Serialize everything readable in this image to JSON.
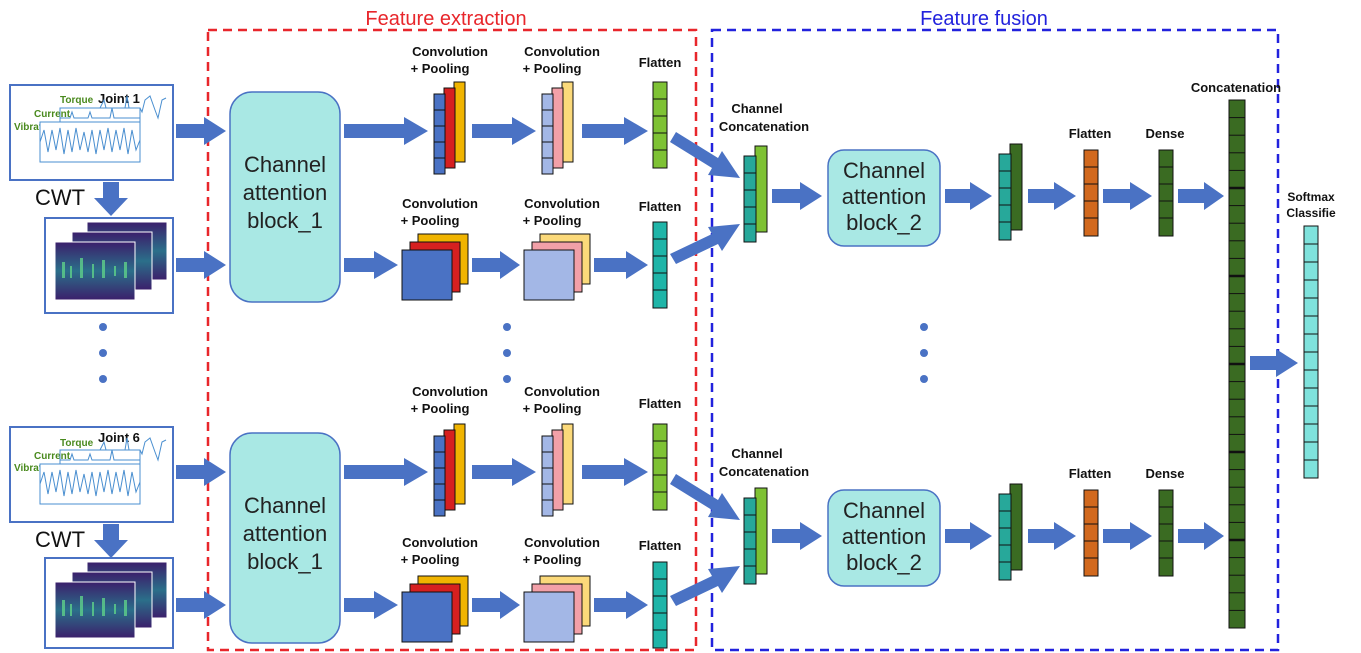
{
  "sections": {
    "extraction": "Feature extraction",
    "fusion": "Feature fusion"
  },
  "inputs": [
    {
      "joint": "Joint 1",
      "torque": "Torque",
      "current": "Current",
      "vibration": "Vibration"
    },
    {
      "joint": "Joint 6",
      "torque": "Torque",
      "current": "Current",
      "vibration": "Vibration"
    }
  ],
  "cwt_label": "CWT",
  "cab1": {
    "line1": "Channel",
    "line2": "attention",
    "line3": "block_1"
  },
  "cab2": {
    "line1": "Channel",
    "line2": "attention",
    "line3": "block_2"
  },
  "conv_label": {
    "line1": "Convolution",
    "line2": "+ Pooling"
  },
  "flatten_label": "Flatten",
  "chan_concat_label": {
    "line1": "Channel",
    "line2": "Concatenation"
  },
  "dense_label": "Dense",
  "concat_label": "Concatenation",
  "softmax_label": {
    "line1": "Softmax",
    "line2": "Classifie"
  },
  "colors": {
    "arrow": "#4a72c4",
    "extraction_border": "#e8262b",
    "fusion_border": "#2222dd",
    "cab_fill": "#a9e8e4",
    "flatten_signal": "#7ec234",
    "flatten_image": "#1fb5a8",
    "concat_teal": "#27a89a",
    "concat_green": "#7ec234",
    "fusion_flatten": "#d2691e",
    "dense": "#3a6b22",
    "softmax": "#7fe2dc",
    "ellipsis": "#4a72c4"
  }
}
